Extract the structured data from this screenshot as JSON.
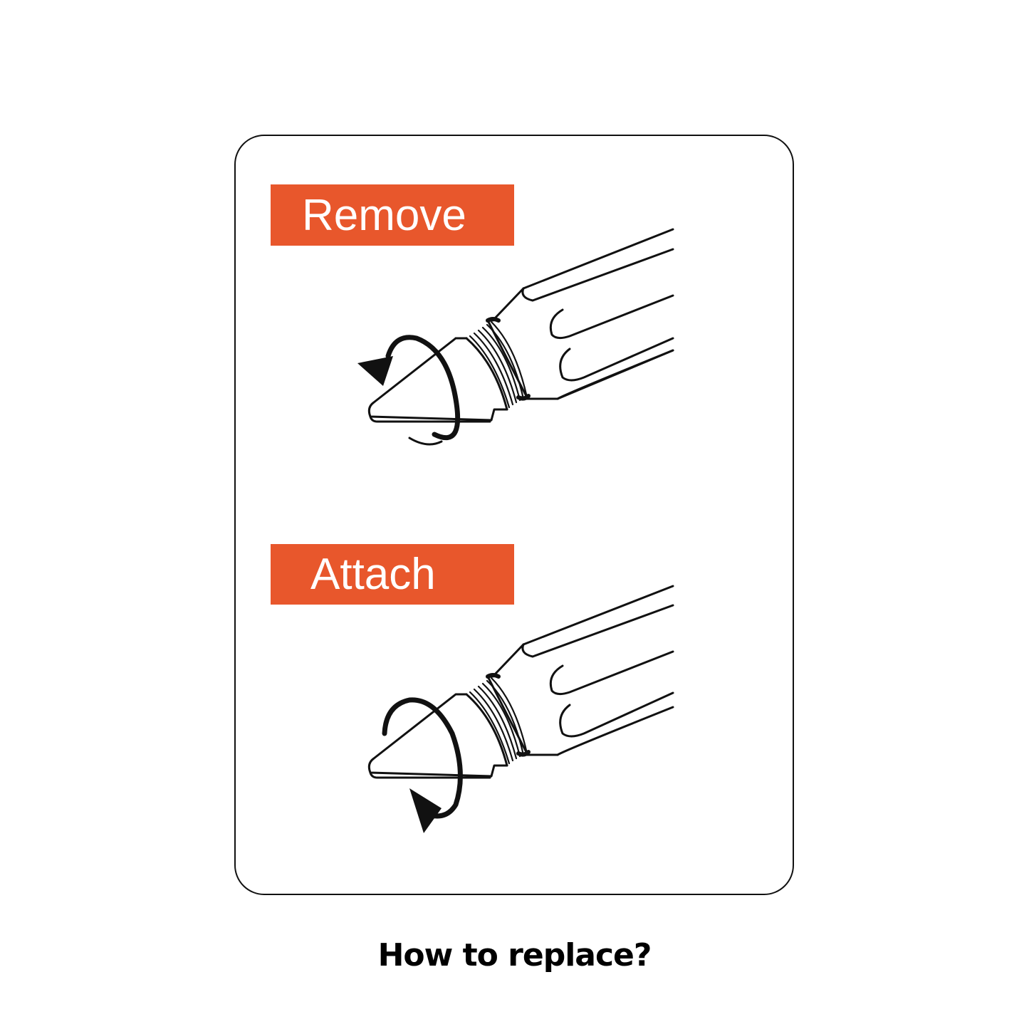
{
  "steps": [
    {
      "label": "Remove",
      "rotation": "counterclockwise",
      "icon": "pencil-tip-unscrew-icon"
    },
    {
      "label": "Attach",
      "rotation": "clockwise",
      "icon": "pencil-tip-screw-icon"
    }
  ],
  "caption": "How to replace?",
  "colors": {
    "label_bg": "#E8572C",
    "label_text": "#FFFFFF",
    "line": "#111111",
    "background": "#FFFFFF"
  }
}
